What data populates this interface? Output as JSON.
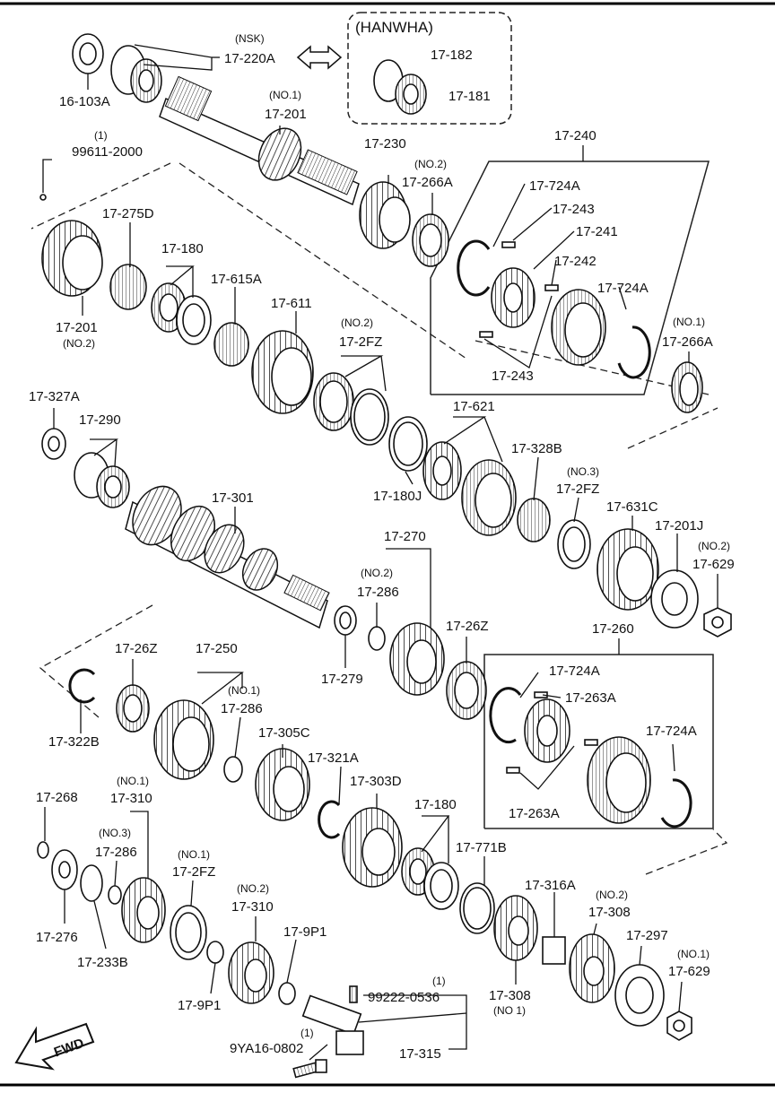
{
  "labels": {
    "p16_103a": "16-103A",
    "nsk": "(NSK)",
    "p17_220a": "17-220A",
    "hanwha": "(HANWHA)",
    "p17_182": "17-182",
    "p17_181": "17-181",
    "no1_a": "(NO.1)",
    "p17_201_top": "17-201",
    "one_a": "(1)",
    "p99611": "99611-2000",
    "p17_230": "17-230",
    "no2_a": "(NO.2)",
    "p17_266a_top": "17-266A",
    "p17_240": "17-240",
    "p17_724a_1": "17-724A",
    "p17_243_1": "17-243",
    "p17_241": "17-241",
    "p17_242": "17-242",
    "p17_724a_2": "17-724A",
    "p17_243_2": "17-243",
    "p17_275d": "17-275D",
    "p17_180_1": "17-180",
    "p17_615a": "17-615A",
    "p17_611": "17-611",
    "no2_b": "(NO.2)",
    "p17_2fz_1": "17-2FZ",
    "p17_201_left": "17-201",
    "no2_c": "(NO.2)",
    "no1_b": "(NO.1)",
    "p17_266a_right": "17-266A",
    "p17_327a": "17-327A",
    "p17_290": "17-290",
    "p17_301": "17-301",
    "p17_621": "17-621",
    "p17_328b": "17-328B",
    "p17_180j": "17-180J",
    "no3_a": "(NO.3)",
    "p17_2fz_2": "17-2FZ",
    "p17_631c": "17-631C",
    "p17_201j": "17-201J",
    "no2_d": "(NO.2)",
    "p17_629_1": "17-629",
    "p17_270": "17-270",
    "no2_e": "(NO.2)",
    "p17_286_1": "17-286",
    "p17_279": "17-279",
    "p17_26z_1": "17-26Z",
    "p17_260": "17-260",
    "p17_724a_3": "17-724A",
    "p17_263a_1": "17-263A",
    "p17_724a_4": "17-724A",
    "p17_263a_2": "17-263A",
    "p17_26z_2": "17-26Z",
    "p17_250": "17-250",
    "no1_c": "(NO.1)",
    "p17_286_2": "17-286",
    "p17_322b": "17-322B",
    "p17_305c": "17-305C",
    "p17_321a": "17-321A",
    "p17_303d": "17-303D",
    "p17_180_2": "17-180",
    "p17_771b": "17-771B",
    "p17_268": "17-268",
    "no1_d": "(NO.1)",
    "p17_310_1": "17-310",
    "no3_b": "(NO.3)",
    "p17_286_3": "17-286",
    "no1_e": "(NO.1)",
    "p17_2fz_3": "17-2FZ",
    "no2_f": "(NO.2)",
    "p17_310_2": "17-310",
    "p17_9p1_1": "17-9P1",
    "p17_276": "17-276",
    "p17_233b": "17-233B",
    "p17_9p1_2": "17-9P1",
    "one_b": "(1)",
    "p99222": "99222-0536",
    "p17_316a": "17-316A",
    "no2_g": "(NO.2)",
    "p17_308_1": "17-308",
    "p17_297": "17-297",
    "no1_f": "(NO.1)",
    "p17_629_2": "17-629",
    "p17_308_2": "17-308",
    "no1_g": "(NO 1)",
    "one_c": "(1)",
    "p9ya16": "9YA16-0802",
    "p17_315": "17-315",
    "fwd": "FWD"
  }
}
